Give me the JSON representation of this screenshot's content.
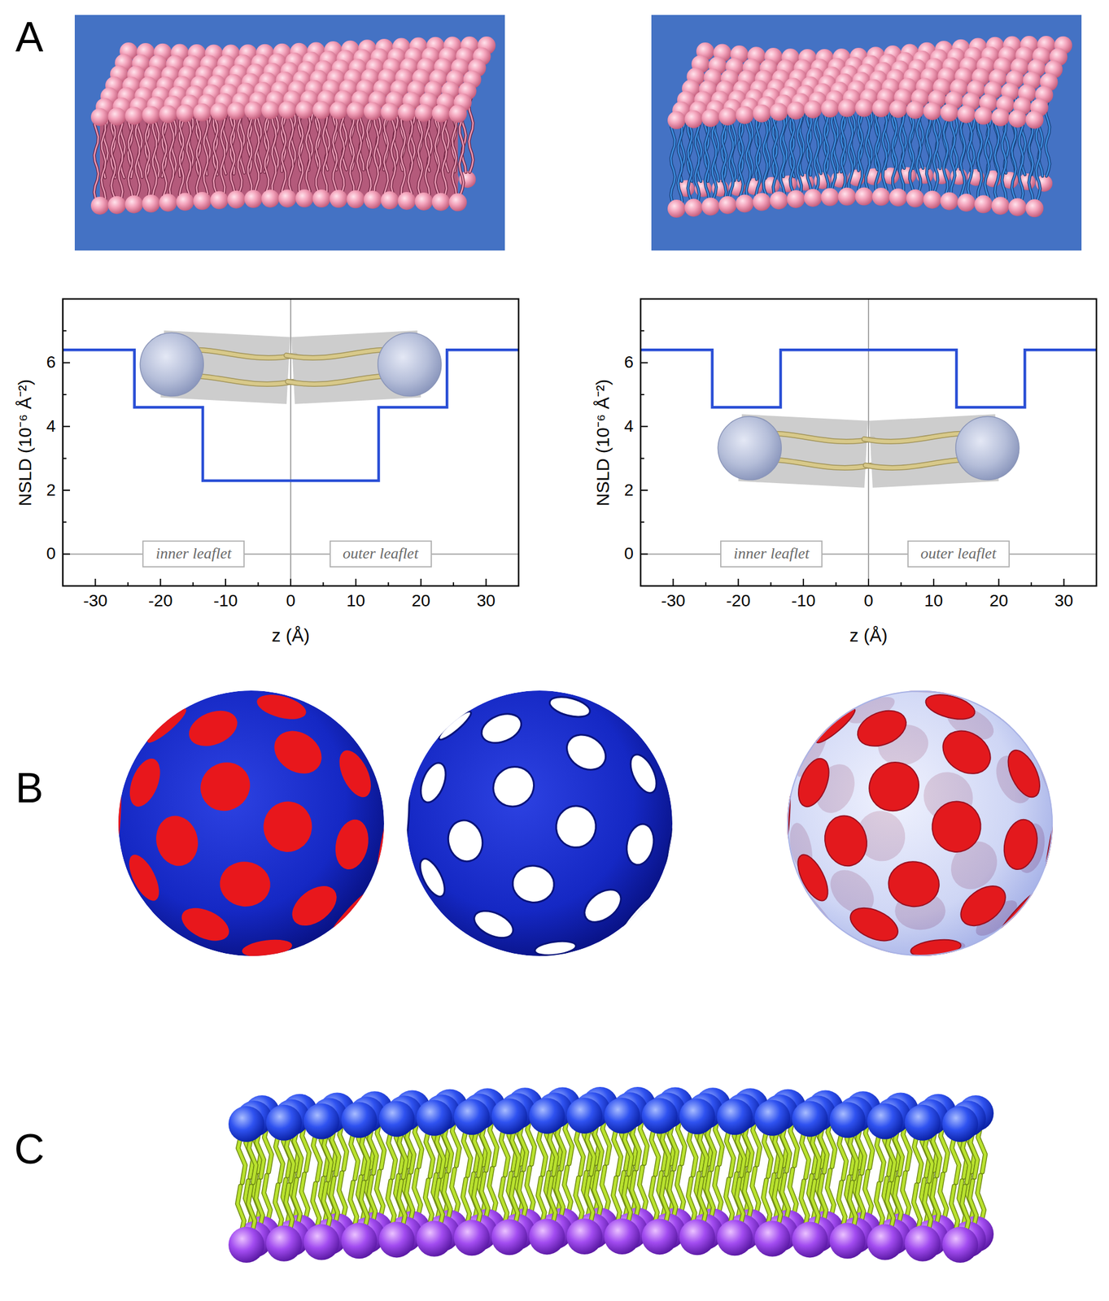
{
  "diagram": {
    "nodes": [
      {
        "text": [
          "inner leaflet"
        ]
      },
      {
        "text": [
          "outer leaflet"
        ]
      },
      {
        "text": [
          "inner leaflet"
        ]
      },
      {
        "text": [
          "outer leaflet"
        ]
      }
    ],
    "labels": [
      "A",
      "0",
      "2",
      "4",
      "6",
      "-30",
      "-20",
      "-10",
      "0",
      "10",
      "20",
      "30",
      "NSLD (10⁻⁶ Å⁻²)",
      "z (Å)",
      "0",
      "2",
      "4",
      "6",
      "-30",
      "-20",
      "-10",
      "0",
      "10",
      "20",
      "30",
      "NSLD (10⁻⁶ Å⁻²)",
      "z (Å)",
      "B",
      "C"
    ]
  }
}
